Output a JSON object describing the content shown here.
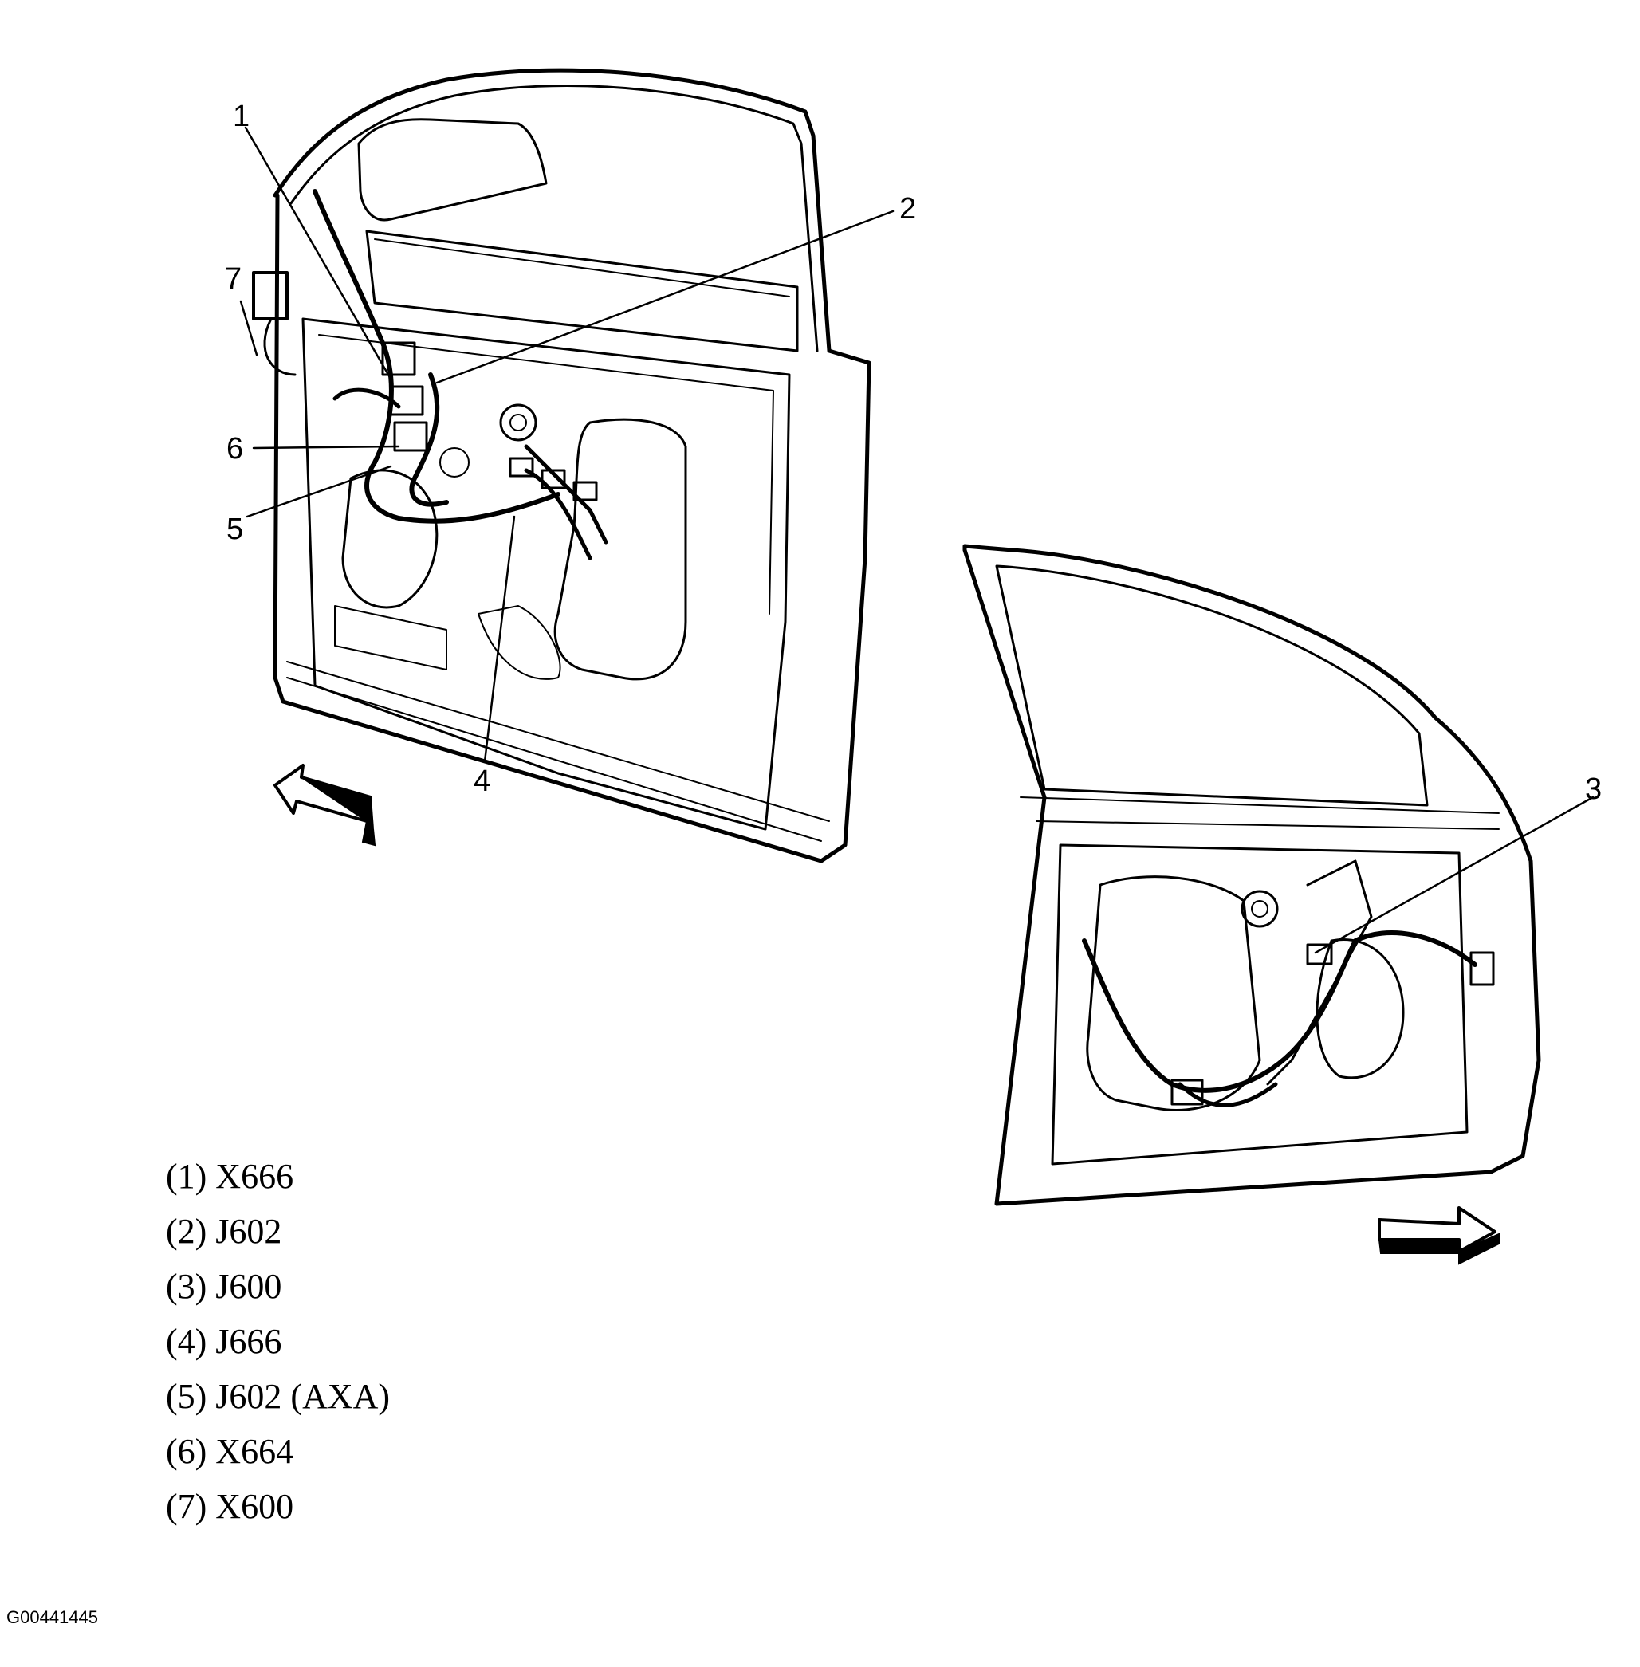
{
  "callouts": {
    "c1": "1",
    "c2": "2",
    "c3": "3",
    "c4": "4",
    "c5": "5",
    "c6": "6",
    "c7": "7"
  },
  "legend": [
    "(1) X666",
    "(2) J602",
    "(3) J600",
    "(4) J666",
    "(5) J602 (AXA)",
    "(6) X664",
    "(7) X600"
  ],
  "figure_id": "G00441445",
  "colors": {
    "line": "#000000",
    "background": "#ffffff"
  }
}
